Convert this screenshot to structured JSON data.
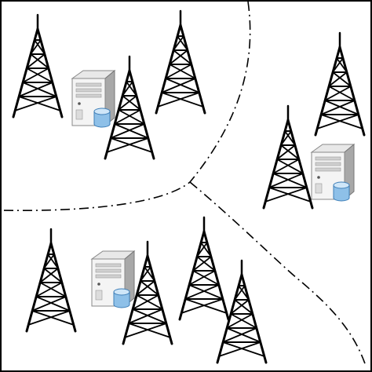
{
  "diagram": {
    "frame": {
      "stroke": "#000000"
    },
    "boundaries": {
      "stroke": "#000000",
      "dash": "dash-dot"
    },
    "towers": [
      {
        "id": "tower-1",
        "icon": "cell-tower-icon",
        "region": "top-left"
      },
      {
        "id": "tower-2",
        "icon": "cell-tower-icon",
        "region": "top-left"
      },
      {
        "id": "tower-3",
        "icon": "cell-tower-icon",
        "region": "top-left"
      },
      {
        "id": "tower-4",
        "icon": "cell-tower-icon",
        "region": "right"
      },
      {
        "id": "tower-5",
        "icon": "cell-tower-icon",
        "region": "right"
      },
      {
        "id": "tower-6",
        "icon": "cell-tower-icon",
        "region": "bottom-left"
      },
      {
        "id": "tower-7",
        "icon": "cell-tower-icon",
        "region": "bottom-left"
      },
      {
        "id": "tower-8",
        "icon": "cell-tower-icon",
        "region": "bottom-left"
      },
      {
        "id": "tower-9",
        "icon": "cell-tower-icon",
        "region": "bottom-left"
      }
    ],
    "servers": [
      {
        "id": "server-1",
        "icon": "server-with-database-icon",
        "region": "top-left"
      },
      {
        "id": "server-2",
        "icon": "server-with-database-icon",
        "region": "right"
      },
      {
        "id": "server-3",
        "icon": "server-with-database-icon",
        "region": "bottom-left"
      }
    ],
    "colors": {
      "tower": "#000000",
      "server_light": "#f4f4f4",
      "server_mid": "#d6d6d6",
      "server_dark": "#9a9a9a",
      "database": "#8ec0e8",
      "database_dark": "#3f7fb8"
    }
  }
}
